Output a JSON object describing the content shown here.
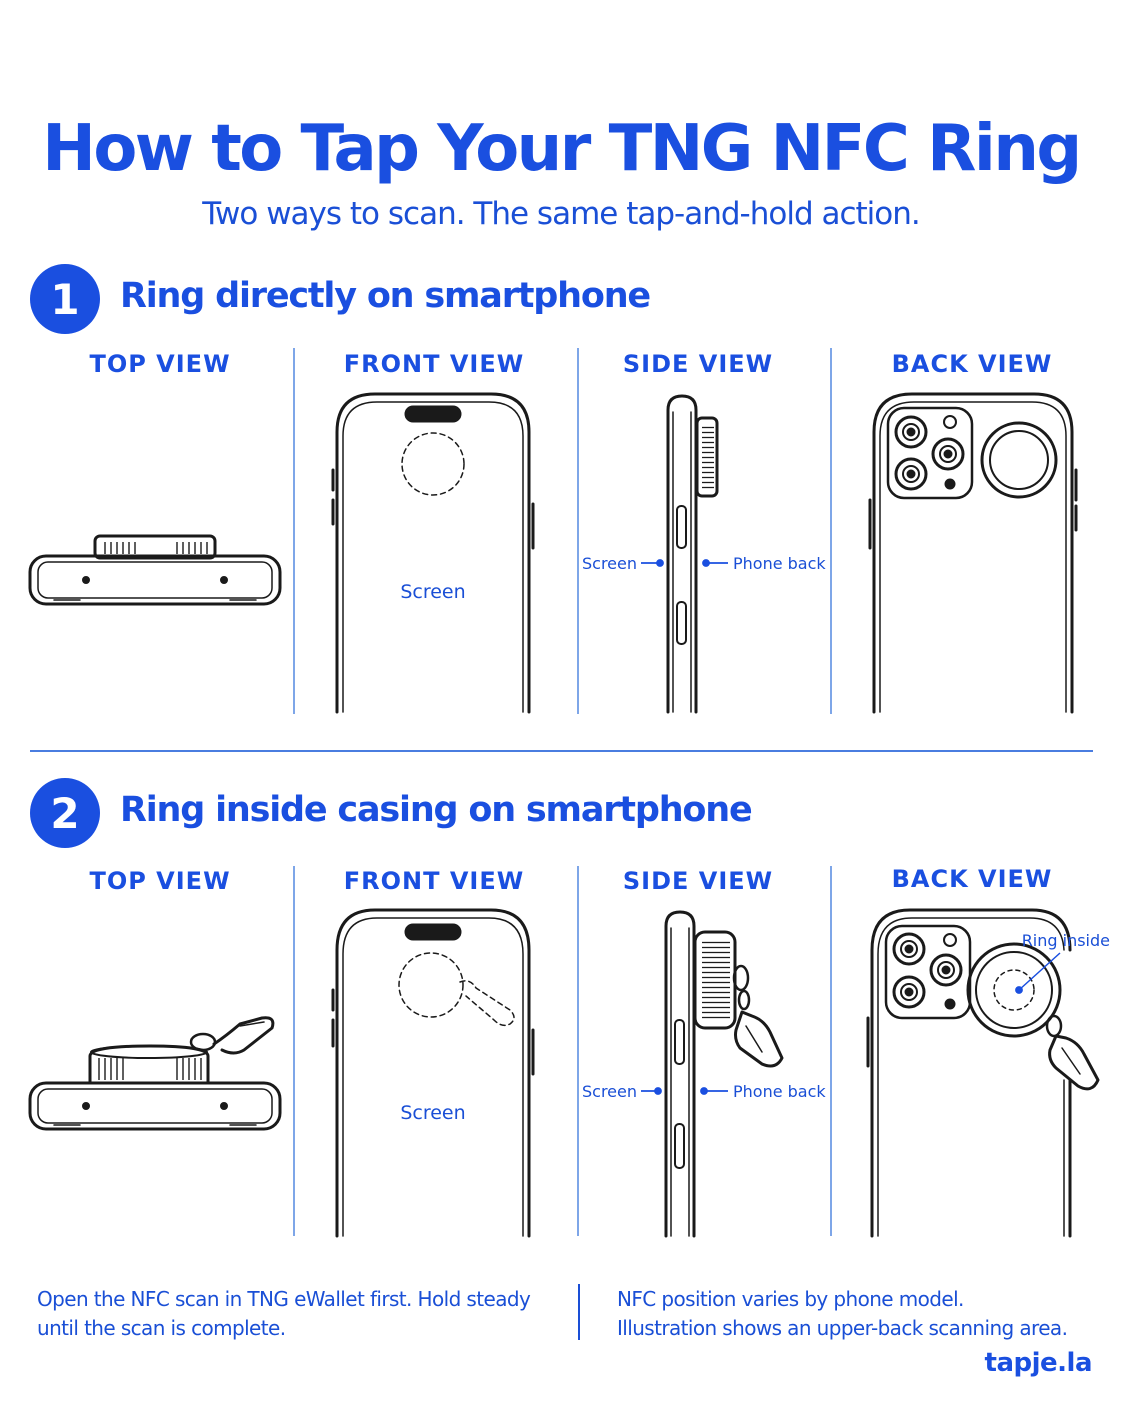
{
  "title": "How to Tap Your TNG NFC Ring",
  "subtitle": "Two ways to scan. The same tap-and-hold action.",
  "sections": [
    {
      "number": "1",
      "title": "Ring directly on smartphone",
      "views": [
        "TOP VIEW",
        "FRONT VIEW",
        "SIDE VIEW",
        "BACK VIEW"
      ],
      "front_screen_label": "Screen",
      "side_left_label": "Screen",
      "side_right_label": "Phone back"
    },
    {
      "number": "2",
      "title": "Ring inside casing on smartphone",
      "views": [
        "TOP VIEW",
        "FRONT VIEW",
        "SIDE VIEW",
        "BACK VIEW"
      ],
      "front_screen_label": "Screen",
      "side_left_label": "Screen",
      "side_right_label": "Phone back",
      "back_callout": "Ring inside"
    }
  ],
  "footer": {
    "left_line1": "Open the NFC scan in TNG eWallet first. Hold steady",
    "left_line2": "until the scan is complete.",
    "right_line1": "NFC position varies by phone model.",
    "right_line2": "Illustration shows an upper-back scanning area.",
    "brand": "tapje.la"
  },
  "colors": {
    "accent": "#1a4fe0",
    "line": "#1a1a1a",
    "divider": "#7ea6e8"
  }
}
